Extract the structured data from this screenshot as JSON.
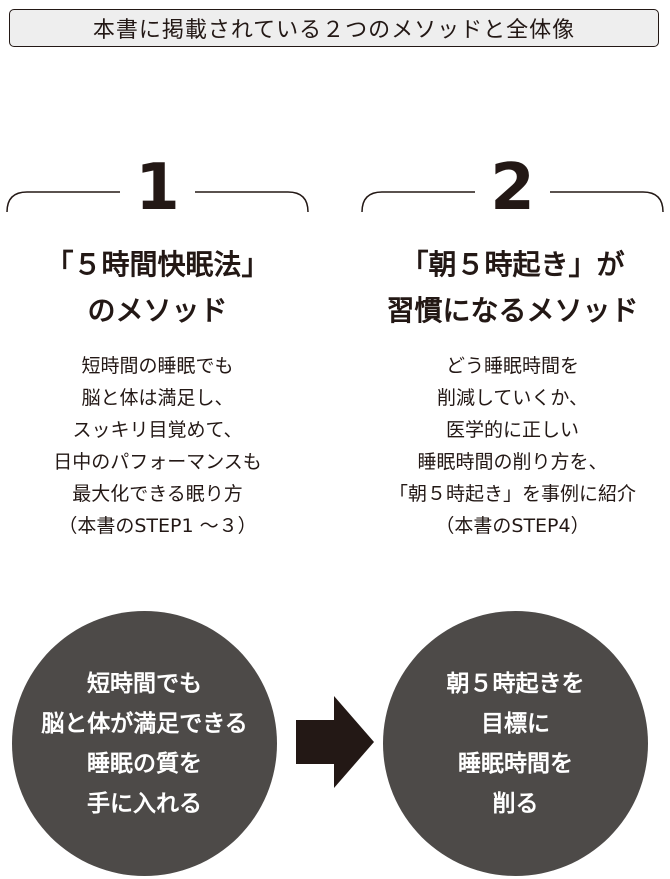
{
  "header": {
    "title": "本書に掲載されている２つのメソッドと全体像"
  },
  "methods": [
    {
      "number": "1",
      "title_lines": [
        "「５時間快眠法」",
        "のメソッド"
      ],
      "desc_lines": [
        "短時間の睡眠でも",
        "脳と体は満足し、",
        "スッキリ目覚めて、",
        "日中のパフォーマンスも",
        "最大化できる眠り方",
        "（本書のSTEP1 〜３）"
      ],
      "circle_lines": [
        "短時間でも",
        "脳と体が満足できる",
        "睡眠の質を",
        "手に入れる"
      ]
    },
    {
      "number": "2",
      "title_lines": [
        "「朝５時起き」が",
        "習慣になるメソッド"
      ],
      "desc_lines": [
        "どう睡眠時間を",
        "削減していくか、",
        "医学的に正しい",
        "睡眠時間の削り方を、",
        "「朝５時起き」を事例に紹介",
        "（本書のSTEP4）"
      ],
      "circle_lines": [
        "朝５時起きを",
        "目標に",
        "睡眠時間を",
        "削る"
      ]
    }
  ],
  "colors": {
    "circle_fill": "#4d4a48",
    "ink": "#231815",
    "header_bg": "#eeeeee"
  },
  "icons": {
    "arrow": "right-arrow-icon"
  }
}
